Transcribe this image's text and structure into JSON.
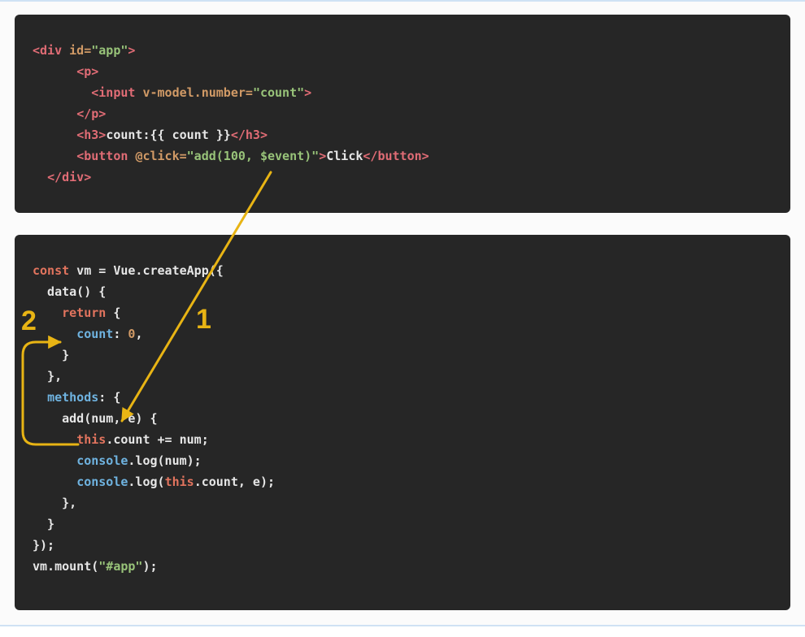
{
  "page": {
    "background": "#ffffff",
    "content_background": "#fbfbfb",
    "divider_color": "#cfe2f4"
  },
  "colors": {
    "code_background": "#262626",
    "plain": "#e6e6e6",
    "tag": "#e06c75",
    "attr": "#d19a66",
    "string": "#98c379",
    "keyword": "#e2745e",
    "property": "#6fb3e0",
    "number": "#d19a66",
    "annotation": "#e8b414"
  },
  "code_blocks": [
    {
      "name": "vue-template",
      "lines": [
        [
          {
            "c": "tag",
            "t": "<div "
          },
          {
            "c": "attr",
            "t": "id="
          },
          {
            "c": "string",
            "t": "\"app\""
          },
          {
            "c": "tag",
            "t": ">"
          }
        ],
        [
          {
            "c": "plain",
            "t": "      "
          },
          {
            "c": "tag",
            "t": "<p>"
          }
        ],
        [
          {
            "c": "plain",
            "t": "        "
          },
          {
            "c": "tag",
            "t": "<input "
          },
          {
            "c": "attr",
            "t": "v-model.number="
          },
          {
            "c": "string",
            "t": "\"count\""
          },
          {
            "c": "tag",
            "t": ">"
          }
        ],
        [
          {
            "c": "plain",
            "t": "      "
          },
          {
            "c": "tag",
            "t": "</p>"
          }
        ],
        [
          {
            "c": "plain",
            "t": "      "
          },
          {
            "c": "tag",
            "t": "<h3>"
          },
          {
            "c": "plain",
            "t": "count:{{ count }}"
          },
          {
            "c": "tag",
            "t": "</h3>"
          }
        ],
        [
          {
            "c": "plain",
            "t": "      "
          },
          {
            "c": "tag",
            "t": "<button "
          },
          {
            "c": "attr",
            "t": "@click="
          },
          {
            "c": "string",
            "t": "\"add(100, $event)\""
          },
          {
            "c": "tag",
            "t": ">"
          },
          {
            "c": "plain",
            "t": "Click"
          },
          {
            "c": "tag",
            "t": "</button>"
          }
        ],
        [
          {
            "c": "plain",
            "t": "  "
          },
          {
            "c": "tag",
            "t": "</div>"
          }
        ]
      ]
    },
    {
      "name": "vue-script",
      "lines": [
        [
          {
            "c": "keyword",
            "t": "const"
          },
          {
            "c": "plain",
            "t": " vm = Vue.createApp({"
          }
        ],
        [
          {
            "c": "plain",
            "t": "  data() {"
          }
        ],
        [
          {
            "c": "plain",
            "t": "    "
          },
          {
            "c": "keyword",
            "t": "return"
          },
          {
            "c": "plain",
            "t": " {"
          }
        ],
        [
          {
            "c": "plain",
            "t": "      "
          },
          {
            "c": "property",
            "t": "count"
          },
          {
            "c": "plain",
            "t": ": "
          },
          {
            "c": "number",
            "t": "0"
          },
          {
            "c": "plain",
            "t": ","
          }
        ],
        [
          {
            "c": "plain",
            "t": "    }"
          }
        ],
        [
          {
            "c": "plain",
            "t": "  },"
          }
        ],
        [
          {
            "c": "plain",
            "t": "  "
          },
          {
            "c": "property",
            "t": "methods"
          },
          {
            "c": "plain",
            "t": ": {"
          }
        ],
        [
          {
            "c": "plain",
            "t": "    add(num, e) {"
          }
        ],
        [
          {
            "c": "plain",
            "t": "      "
          },
          {
            "c": "keyword",
            "t": "this"
          },
          {
            "c": "plain",
            "t": ".count += num;"
          }
        ],
        [
          {
            "c": "plain",
            "t": "      "
          },
          {
            "c": "property",
            "t": "console"
          },
          {
            "c": "plain",
            "t": ".log(num);"
          }
        ],
        [
          {
            "c": "plain",
            "t": "      "
          },
          {
            "c": "property",
            "t": "console"
          },
          {
            "c": "plain",
            "t": ".log("
          },
          {
            "c": "keyword",
            "t": "this"
          },
          {
            "c": "plain",
            "t": ".count, e);"
          }
        ],
        [
          {
            "c": "plain",
            "t": "    },"
          }
        ],
        [
          {
            "c": "plain",
            "t": "  }"
          }
        ],
        [
          {
            "c": "plain",
            "t": "});"
          }
        ],
        [
          {
            "c": "plain",
            "t": "vm.mount("
          },
          {
            "c": "string",
            "t": "\"#app\""
          },
          {
            "c": "plain",
            "t": ");"
          }
        ]
      ]
    }
  ],
  "annotations": {
    "labels": [
      {
        "text": "1"
      },
      {
        "text": "2"
      }
    ]
  }
}
